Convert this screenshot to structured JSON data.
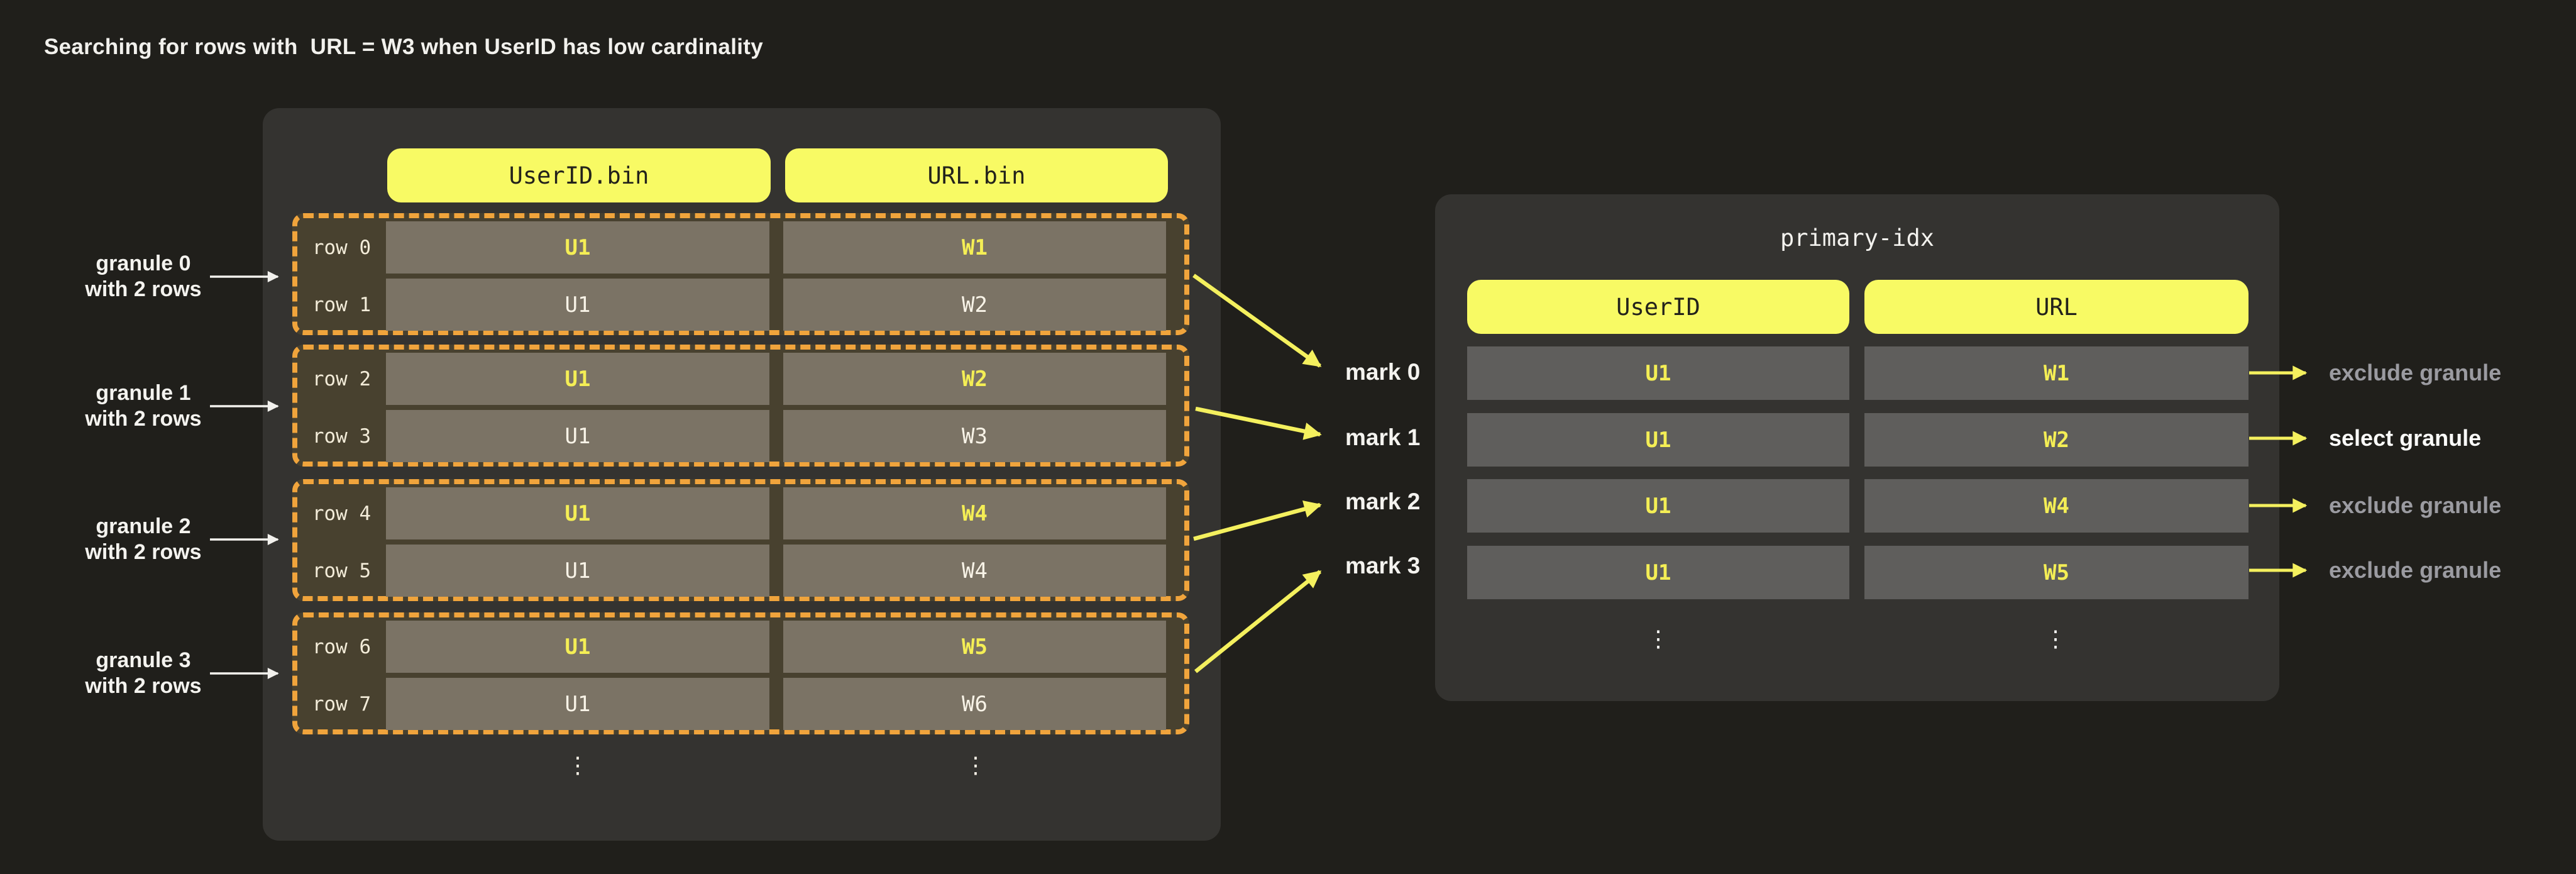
{
  "title": "Searching for rows with  URL = W3 when UserID has low cardinality",
  "granule_labels": [
    {
      "line1": "granule 0",
      "line2": "with 2 rows"
    },
    {
      "line1": "granule 1",
      "line2": "with 2 rows"
    },
    {
      "line1": "granule 2",
      "line2": "with 2 rows"
    },
    {
      "line1": "granule 3",
      "line2": "with 2 rows"
    }
  ],
  "bin_table": {
    "columns": [
      "UserID.bin",
      "URL.bin"
    ],
    "granules": [
      {
        "rows": [
          {
            "label": "row 0",
            "user_id": "U1",
            "url": "W1"
          },
          {
            "label": "row 1",
            "user_id": "U1",
            "url": "W2"
          }
        ]
      },
      {
        "rows": [
          {
            "label": "row 2",
            "user_id": "U1",
            "url": "W2"
          },
          {
            "label": "row 3",
            "user_id": "U1",
            "url": "W3"
          }
        ]
      },
      {
        "rows": [
          {
            "label": "row 4",
            "user_id": "U1",
            "url": "W4"
          },
          {
            "label": "row 5",
            "user_id": "U1",
            "url": "W4"
          }
        ]
      },
      {
        "rows": [
          {
            "label": "row 6",
            "user_id": "U1",
            "url": "W5"
          },
          {
            "label": "row 7",
            "user_id": "U1",
            "url": "W6"
          }
        ]
      }
    ],
    "ellipsis": "⋮"
  },
  "marks": [
    "mark 0",
    "mark 1",
    "mark 2",
    "mark 3"
  ],
  "index_table": {
    "title": "primary-idx",
    "columns": [
      "UserID",
      "URL"
    ],
    "rows": [
      {
        "user_id": "U1",
        "url": "W1",
        "action": "exclude granule",
        "selected": false
      },
      {
        "user_id": "U1",
        "url": "W2",
        "action": "select granule",
        "selected": true
      },
      {
        "user_id": "U1",
        "url": "W4",
        "action": "exclude granule",
        "selected": false
      },
      {
        "user_id": "U1",
        "url": "W5",
        "action": "exclude granule",
        "selected": false
      }
    ],
    "ellipsis": "⋮"
  },
  "colors": {
    "background": "#201f1b",
    "panel": "#343330",
    "granule_fill": "#48412f",
    "granule_border": "#f0a43c",
    "bin_cell": "#7b7365",
    "idx_cell": "#5f5e5c",
    "header_pill": "#f8fa64",
    "highlight_text": "#f4ee55",
    "plain_text": "#f8f3e7",
    "arrow": "#f4f05e",
    "muted_label": "#9b9ba1"
  }
}
